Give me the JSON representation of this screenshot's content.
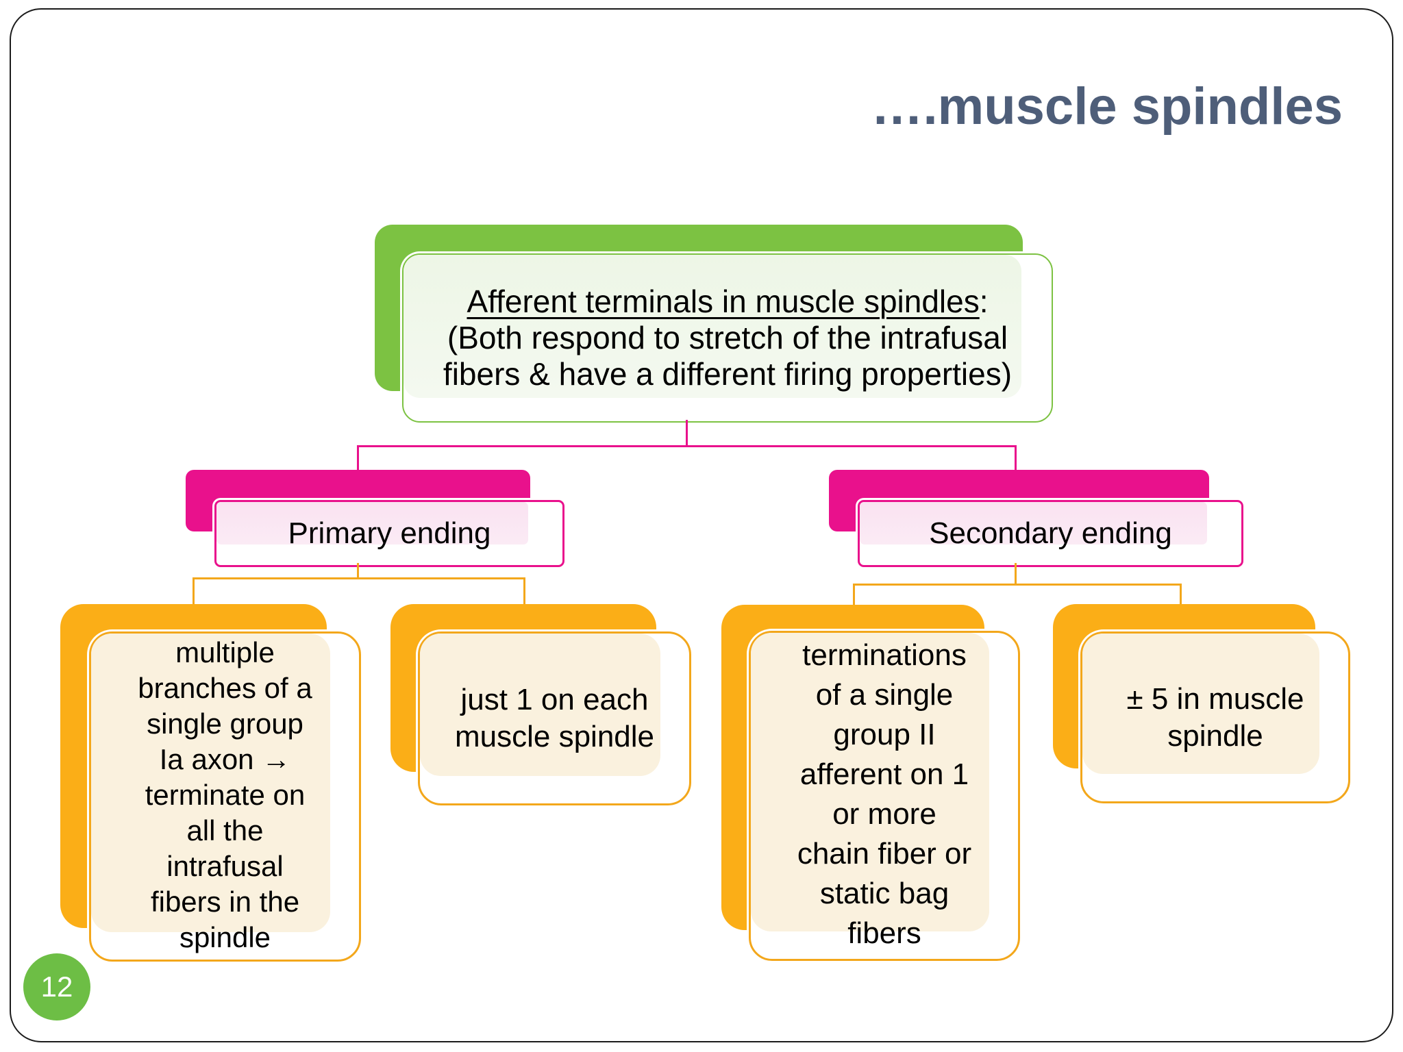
{
  "slide": {
    "title": "….muscle spindles",
    "page_number": "12"
  },
  "diagram": {
    "root": {
      "underlined_text": "Afferent terminals in muscle spindles",
      "rest_text": ": (Both respond to stretch of the intrafusal fibers & have a different firing properties)"
    },
    "branches": [
      {
        "label": "Primary ending",
        "children": [
          {
            "text": "multiple\nbranches of a\nsingle group\nIa axon →\nterminate on\nall the\nintrafusal\nfibers in the\nspindle"
          },
          {
            "text": "just 1 on each\nmuscle spindle"
          }
        ]
      },
      {
        "label": "Secondary ending",
        "children": [
          {
            "text": "terminations\nof a single\ngroup II\nafferent on 1\nor more\nchain fiber or\nstatic bag\nfibers"
          },
          {
            "text": "± 5 in muscle\nspindle"
          }
        ]
      }
    ]
  },
  "colors": {
    "title_text": "#4E5E79",
    "green": "#7CC242",
    "pink": "#E9118C",
    "orange_fill": "#FBAE17",
    "orange_line": "#F3A71B",
    "page_badge_green": "#6DBE45",
    "body_text": "#000000"
  }
}
